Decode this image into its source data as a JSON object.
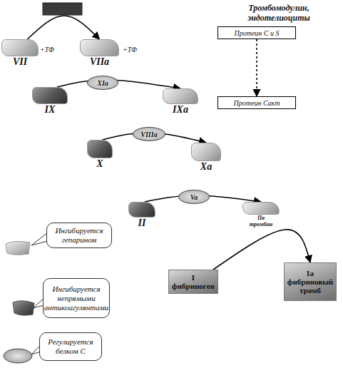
{
  "diagram": {
    "nodes": [
      {
        "text": [
          "VII"
        ]
      },
      {
        "text": [
          "VIIa"
        ]
      },
      {
        "text": [
          "Протеин C и S"
        ]
      },
      {
        "text": [
          "IX"
        ]
      },
      {
        "text": [
          "XIa"
        ]
      },
      {
        "text": [
          "IXa"
        ]
      },
      {
        "text": [
          "Протеин Cакт"
        ]
      },
      {
        "text": [
          "X"
        ]
      },
      {
        "text": [
          "VIIIa"
        ]
      },
      {
        "text": [
          "Xa"
        ]
      },
      {
        "text": [
          "II"
        ]
      },
      {
        "text": [
          "Va"
        ]
      },
      {
        "text": [
          "IIa",
          "тромбин"
        ]
      },
      {
        "text": [
          "I",
          "фибриноген"
        ]
      },
      {
        "text": [
          "Ia",
          "фибриновый тромб"
        ]
      }
    ],
    "edges": [
      {
        "from": 0,
        "to": 1,
        "arrow": "to"
      },
      {
        "from": 3,
        "to": 5,
        "arrow": "to"
      },
      {
        "from": 7,
        "to": 9,
        "arrow": "to"
      },
      {
        "from": 10,
        "to": 12,
        "arrow": "to"
      },
      {
        "from": 13,
        "to": 14,
        "arrow": "to"
      },
      {
        "from": 2,
        "to": 6,
        "arrow": "to"
      }
    ],
    "labels": [
      "Тромбомодулин, эндотелиоциты",
      "+ТФ",
      "+ТФ"
    ],
    "legend": [
      {
        "text": "Ингибируется гепарином"
      },
      {
        "text": "Ингибируется непрямыми антикоагулянтами"
      },
      {
        "text": "Регулируется белком С"
      }
    ]
  }
}
